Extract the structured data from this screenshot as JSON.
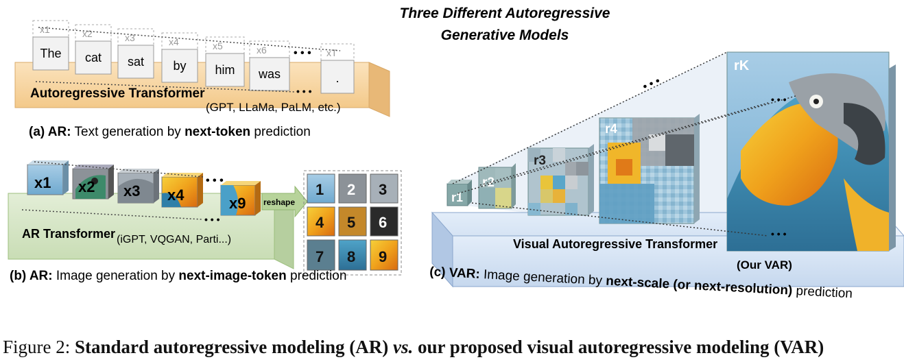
{
  "title_line1": "Three  Different  Autoregressive",
  "title_line2": "Generative  Models",
  "panel_a": {
    "tokens": [
      {
        "index": "x1",
        "word": "The"
      },
      {
        "index": "x2",
        "word": "cat"
      },
      {
        "index": "x3",
        "word": "sat"
      },
      {
        "index": "x4",
        "word": "by"
      },
      {
        "index": "x5",
        "word": "him"
      },
      {
        "index": "x6",
        "word": "was"
      }
    ],
    "last_token": {
      "index": "xT",
      "word": "."
    },
    "ellipsis": "• • •",
    "transformer_name": "Autoregressive Transformer",
    "transformer_examples": "(GPT, LLaMa, PaLM, etc.)",
    "caption_tag": "(a) AR:",
    "caption_pre": " Text generation by ",
    "caption_bold": "next-token",
    "caption_post": " prediction"
  },
  "panel_b": {
    "tokens": [
      "x1",
      "x2",
      "x3",
      "x4"
    ],
    "last_token": "x9",
    "ellipsis": "• • •",
    "reshape_label": "reshape",
    "grid_numbers": [
      "1",
      "2",
      "3",
      "4",
      "5",
      "6",
      "7",
      "8",
      "9"
    ],
    "transformer_name": "AR Transformer",
    "transformer_examples": "(iGPT, VQGAN, Parti...)",
    "caption_tag": "(b) AR:",
    "caption_pre": " Image generation by ",
    "caption_bold": "next-image-token",
    "caption_post": " prediction"
  },
  "panel_c": {
    "scales": [
      "r1",
      "r2",
      "r3",
      "r4"
    ],
    "last_scale": "rK",
    "ellipsis": "• • •",
    "transformer_name": "Visual Autoregressive Transformer",
    "transformer_examples": "(Our VAR)",
    "caption_tag": "(c) VAR:",
    "caption_pre": " Image generation by ",
    "caption_bold": "next-scale (or next-resolution)",
    "caption_post": " prediction"
  },
  "figure_caption": {
    "label": "Figure 2: ",
    "bold_1": "Standard autoregressive modeling (AR) ",
    "italic": "vs.",
    "bold_2": " our proposed visual autoregressive modeling (VAR)"
  },
  "colors": {
    "ar_text_base": "#f8d9a8",
    "ar_image_base": "#d7e8c8",
    "var_base": "#d6e4f5",
    "parrot_yellow": "#f2c12e",
    "parrot_blue": "#3f8fb5",
    "parrot_gray": "#8c9298"
  }
}
